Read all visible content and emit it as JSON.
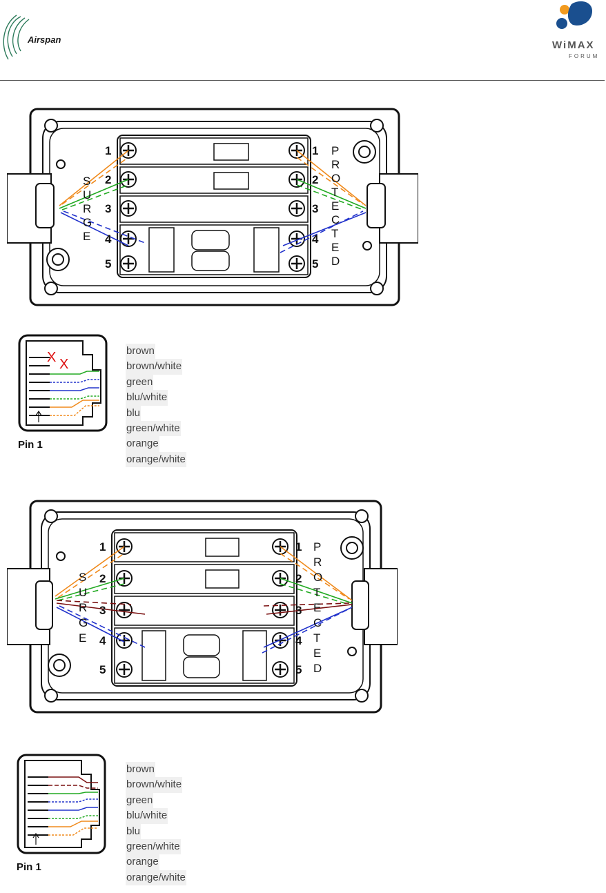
{
  "header": {
    "left_logo_text": "Airspan",
    "right_logo_text_1": "WiMAX",
    "right_logo_text_2": "FORUM"
  },
  "diagram1": {
    "left_numbers": [
      "1",
      "2",
      "3",
      "4",
      "5"
    ],
    "right_numbers": [
      "1",
      "2",
      "3",
      "4",
      "5"
    ],
    "surge_label": [
      "S",
      "U",
      "R",
      "G",
      "E"
    ],
    "protected_label": [
      "P",
      "R",
      "O",
      "T",
      "E",
      "C",
      "T",
      "E",
      "D"
    ]
  },
  "legend1": {
    "pin_label": "Pin 1",
    "items": [
      "brown",
      "brown/white",
      "green",
      "blu/white",
      "blu",
      "green/white",
      "orange",
      "orange/white"
    ],
    "x_marks": [
      "X",
      "X"
    ]
  },
  "diagram2": {
    "left_numbers": [
      "1",
      "2",
      "3",
      "4",
      "5"
    ],
    "right_numbers": [
      "1",
      "2",
      "3",
      "4",
      "5"
    ],
    "surge_label": [
      "S",
      "U",
      "R",
      "G",
      "E"
    ],
    "protected_label": [
      "P",
      "R",
      "O",
      "T",
      "E",
      "C",
      "T",
      "E",
      "D"
    ]
  },
  "legend2": {
    "pin_label": "Pin 1",
    "items": [
      "brown",
      "brown/white",
      "green",
      "blu/white",
      "blu",
      "green/white",
      "orange",
      "orange/white"
    ]
  },
  "colors": {
    "orange": "#f08a1c",
    "green": "#22aa22",
    "blue": "#2233cc",
    "brown": "#7a1010",
    "red": "#dd1111",
    "logo_blue": "#1a4f8f",
    "logo_orange": "#f29a1e"
  }
}
